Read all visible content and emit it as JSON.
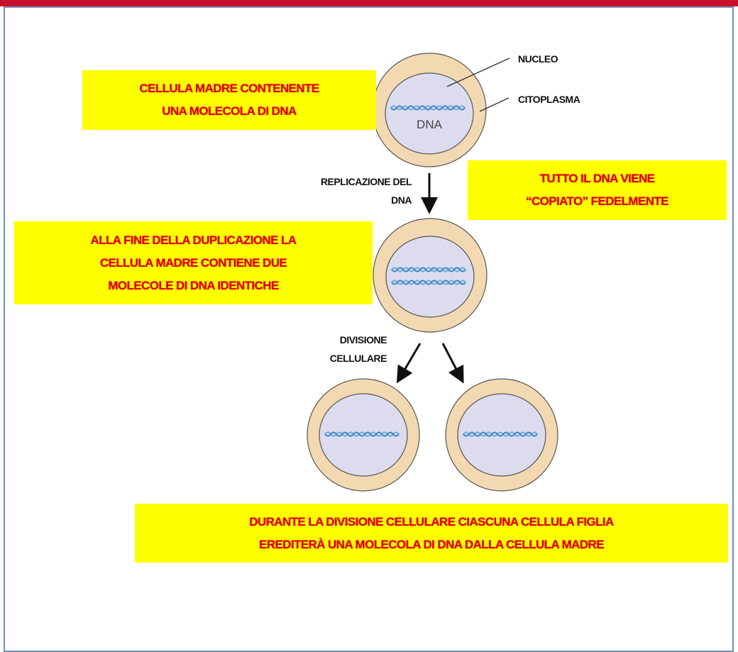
{
  "boxes": {
    "mother_cell": [
      "CELLULA MADRE CONTENENTE",
      "UNA MOLECOLA DI DNA"
    ],
    "copied": [
      "TUTTO IL DNA VIENE",
      "“COPIATO” FEDELMENTE"
    ],
    "end_duplication": [
      "ALLA FINE DELLA DUPLICAZIONE LA",
      "CELLULA MADRE CONTIENE DUE",
      "MOLECOLE DI DNA IDENTICHE"
    ],
    "division": [
      "DURANTE LA DIVISIONE  CELLULARE CIASCUNA CELLULA FIGLIA",
      "EREDITERÀ UNA MOLECOLA DI DNA DALLA CELLULA MADRE"
    ]
  },
  "labels": {
    "nucleo": "NUCLEO",
    "citoplasma": "CITOPLASMA",
    "dna": "DNA",
    "replicazione": [
      "REPLICAZIONE DEL",
      "DNA"
    ],
    "divisione": [
      "DIVISIONE",
      "CELLULARE"
    ]
  },
  "colors": {
    "box_fill": "#ffff00",
    "box_text": "#e00000",
    "cytoplasm": "#f3d9b1",
    "nucleus": "#dcdcee",
    "dna_strand": "#6fa8dc",
    "frame_border": "#6f8fb8",
    "top_bar": "#c8102e"
  }
}
